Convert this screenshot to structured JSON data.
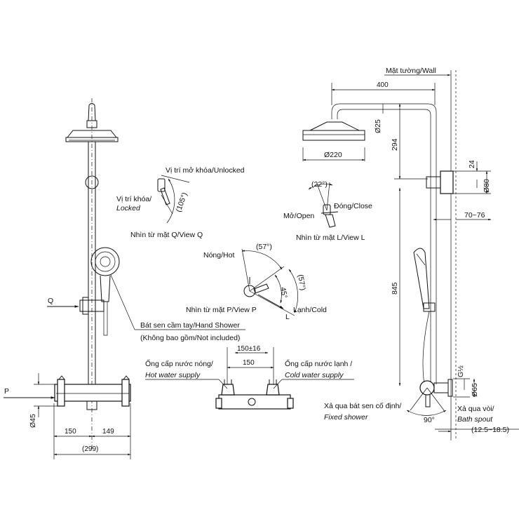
{
  "front": {
    "label_q": "Q",
    "label_p": "P",
    "dim_45": "Ø45",
    "dim_150": "150",
    "dim_149": "149",
    "dim_299": "(299)"
  },
  "view_q": {
    "unlocked": "Vị trí mở khóa/",
    "unlocked_en": "Unlocked",
    "locked": "Vị trí khóa/",
    "locked_en": "Locked",
    "angle": "(105°)",
    "caption": "Nhìn từ mặt Q/",
    "caption_en": "View Q"
  },
  "view_p": {
    "hot": "Nóng/",
    "hot_en": "Hot",
    "angle_57a": "(57°)",
    "angle_45": "45°",
    "angle_57b": "(57°)",
    "cold": "Lạnh/",
    "cold_en": "Cold",
    "caption": "Nhìn từ mặt P/",
    "caption_en": "View P",
    "label_l": "L"
  },
  "view_l": {
    "angle": "(22°)",
    "close": "Đóng/",
    "close_en": "Close",
    "open": "Mở/",
    "open_en": "Open",
    "caption": "Nhìn từ mặt L/",
    "caption_en": "View L"
  },
  "hand_shower": {
    "label": "Bát sen cầm tay/",
    "label_en": "Hand Shower",
    "note": "(Không bao gồm/",
    "note_en": "Not included)"
  },
  "supply": {
    "dim_150_16": "150±16",
    "dim_150": "150",
    "hot": "Ống cấp nước nóng/",
    "hot_en": "Hot water supply",
    "cold": "Ống cấp nước lạnh /",
    "cold_en": "Cold water supply"
  },
  "side": {
    "wall": "Mặt tường/",
    "wall_en": "Wall",
    "dim_400": "400",
    "dim_25": "Ø25",
    "dim_294": "294",
    "dim_220": "Ø220",
    "dim_24": "24",
    "dim_80": "Ø80",
    "dim_70_76": "70~76",
    "dim_845": "845",
    "dim_g12": "G½",
    "dim_65": "Ø65",
    "fixed": "Xả qua bát sen cố định/",
    "fixed_en": "Fixed shower",
    "spout": "Xả qua vòi/",
    "spout_en": "Bath spout",
    "angle_90": "90°",
    "range": "(12.5~18.5)"
  }
}
